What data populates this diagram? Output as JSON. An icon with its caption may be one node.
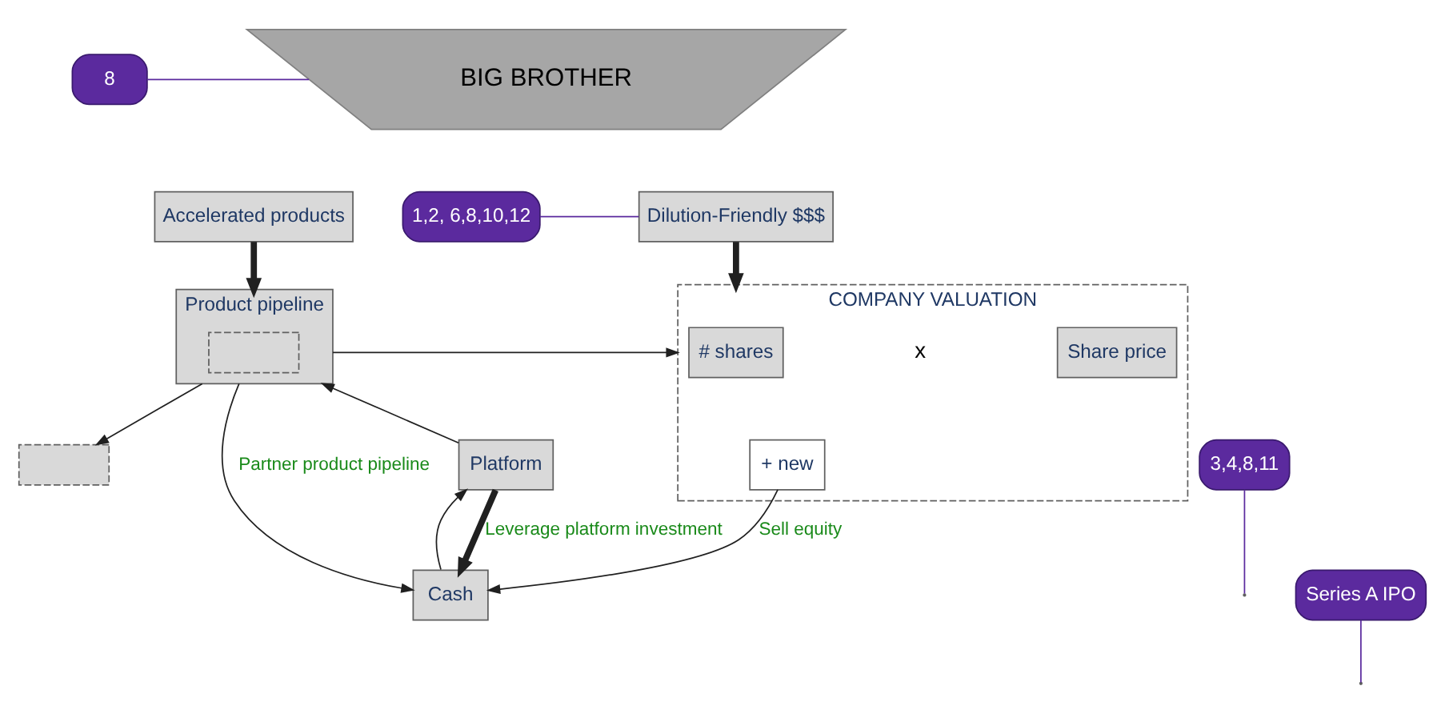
{
  "diagram": {
    "nodes": [
      {
        "text": [
          "BIG BROTHER"
        ]
      },
      {
        "text": [
          "8"
        ]
      },
      {
        "text": [
          "Accelerated products"
        ]
      },
      {
        "text": [
          "Dilution-Friendly $$$"
        ]
      },
      {
        "text": [
          "1,2, 6,8,10,12"
        ]
      },
      {
        "text": [
          "Product pipeline"
        ]
      },
      {
        "text": [],
        "shape": "box",
        "in": 5
      },
      {
        "text": [
          "COMPANY VALUATION"
        ]
      },
      {
        "text": [
          "# shares"
        ],
        "in": 7
      },
      {
        "text": [
          "Share price"
        ],
        "in": 7
      },
      {
        "text": [
          "+ new"
        ],
        "in": 7
      },
      {
        "text": [
          "Platform"
        ]
      },
      {
        "text": [],
        "shape": "box"
      },
      {
        "text": [
          "3,4,8,11"
        ]
      },
      {
        "text": [
          "Cash"
        ]
      },
      {
        "text": [
          "Series A IPO"
        ]
      }
    ],
    "edges": [
      {
        "from": 1,
        "to": 0,
        "arrow": "none",
        "color": "#5b2a9e"
      },
      {
        "from": 2,
        "to": 5,
        "arrow": "to",
        "style": "thick"
      },
      {
        "from": 3,
        "to": 7,
        "arrow": "to",
        "style": "thick"
      },
      {
        "from": 4,
        "to": 3,
        "arrow": "none",
        "color": "#5b2a9e"
      },
      {
        "from": 11,
        "to": 5,
        "arrow": "to"
      },
      {
        "from": 5,
        "to": 7,
        "arrow": "to"
      },
      {
        "from": 5,
        "to": 12,
        "arrow": "to"
      },
      {
        "from": 5,
        "to": 14,
        "arrow": "to",
        "label": "Partner product pipeline"
      },
      {
        "from": 14,
        "to": 11,
        "arrow": "to"
      },
      {
        "from": 11,
        "to": 14,
        "arrow": "to",
        "style": "thick",
        "label": "Leverage platform investment"
      },
      {
        "from": 10,
        "to": 14,
        "arrow": "to",
        "label": "Sell equity"
      },
      {
        "from": 13,
        "to": null,
        "arrow": "none",
        "color": "#5b2a9e"
      },
      {
        "from": 15,
        "to": null,
        "arrow": "none",
        "color": "#5b2a9e"
      }
    ],
    "labels": [
      "x"
    ]
  }
}
